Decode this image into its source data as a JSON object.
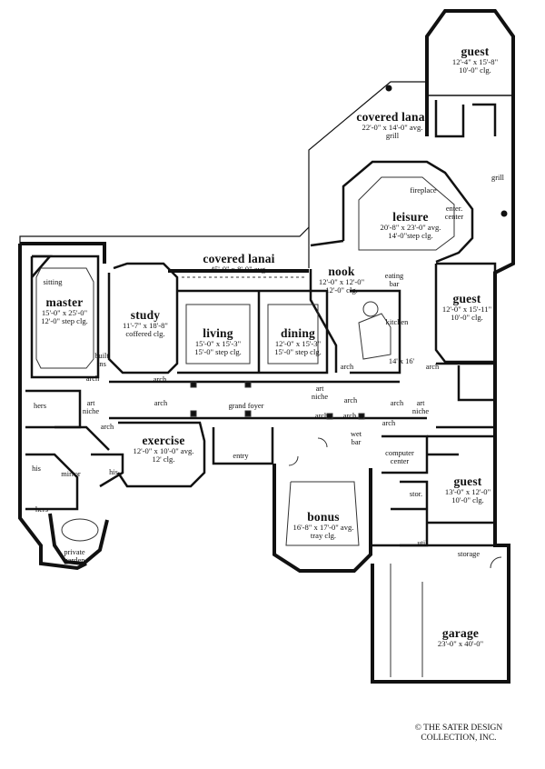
{
  "rooms": {
    "guest_top": {
      "name": "guest",
      "dims": [
        "12'-4\" x 15'-8\"",
        "10'-0\" clg."
      ]
    },
    "covered_lanai_right": {
      "name": "covered lanai",
      "dims": [
        "22'-0\" x 14'-0\" avg.",
        "grill"
      ]
    },
    "leisure": {
      "name": "leisure",
      "dims": [
        "20'-8\" x 23'-0\" avg.",
        "14'-0\"step clg."
      ]
    },
    "covered_lanai_main": {
      "name": "covered lanai",
      "dims": [
        "45'-0\" x 8'-0\" avg."
      ]
    },
    "nook": {
      "name": "nook",
      "dims": [
        "12'-0\" x 12'-0\"",
        "12'-0\" clg."
      ]
    },
    "master": {
      "name": "master",
      "dims": [
        "15'-0\" x 25'-0\"",
        "12'-0\" step clg."
      ]
    },
    "study": {
      "name": "study",
      "dims": [
        "11'-7\" x 18'-8\"",
        "coffered clg."
      ]
    },
    "living": {
      "name": "living",
      "dims": [
        "15'-0\" x 15'-3\"",
        "15'-0\" step clg."
      ]
    },
    "dining": {
      "name": "dining",
      "dims": [
        "12'-0\" x 15'-3\"",
        "15'-0\" step clg."
      ]
    },
    "guest_mid": {
      "name": "guest",
      "dims": [
        "12'-0\" x 15'-11\"",
        "10'-0\" clg."
      ]
    },
    "exercise": {
      "name": "exercise",
      "dims": [
        "12'-0\" x 10'-0\" avg.",
        "12' clg."
      ]
    },
    "guest_low": {
      "name": "guest",
      "dims": [
        "13'-0\" x 12'-0\"",
        "10'-0\" clg."
      ]
    },
    "bonus": {
      "name": "bonus",
      "dims": [
        "16'-8\" x 17'-0\" avg.",
        "tray clg."
      ]
    },
    "garage": {
      "name": "garage",
      "dims": [
        "23'-0\" x 40'-0\""
      ]
    }
  },
  "small_labels": {
    "grill_top": "grill",
    "fireplace": "fireplace",
    "enter_center": "enter.\ncenter",
    "sitting": "sitting",
    "eating_bar": "eating\nbar",
    "kitchen": "kitchen",
    "kitchen_island": "14' x 16'",
    "built_ins": "built\nins",
    "arch_study": "arch",
    "arch_hall1": "arch",
    "arch_master": "arch",
    "arch_fam": "arch",
    "arch_k1": "arch",
    "arch_k2": "arch",
    "arch_k3": "arch",
    "arch_k4": "arch",
    "arch_fy1": "arch",
    "arch_fy2": "arch",
    "arch_low": "arch",
    "art_niche_l": "art\nniche",
    "art_niche_r": "art\nniche",
    "art_niche_k": "art\nniche",
    "grand_foyer": "grand foyer",
    "hers_top": "hers",
    "his_l": "his",
    "his_r": "his",
    "hers_bot": "hers",
    "mirror": "mirror",
    "private_garden": "private\ngarden",
    "entry": "entry",
    "wet_bar": "wet\nbar",
    "computer_center": "computer\ncenter",
    "stor": "stor.",
    "util": "util.",
    "storage": "storage"
  },
  "copyright": [
    "© THE SATER DESIGN",
    "COLLECTION, INC."
  ]
}
